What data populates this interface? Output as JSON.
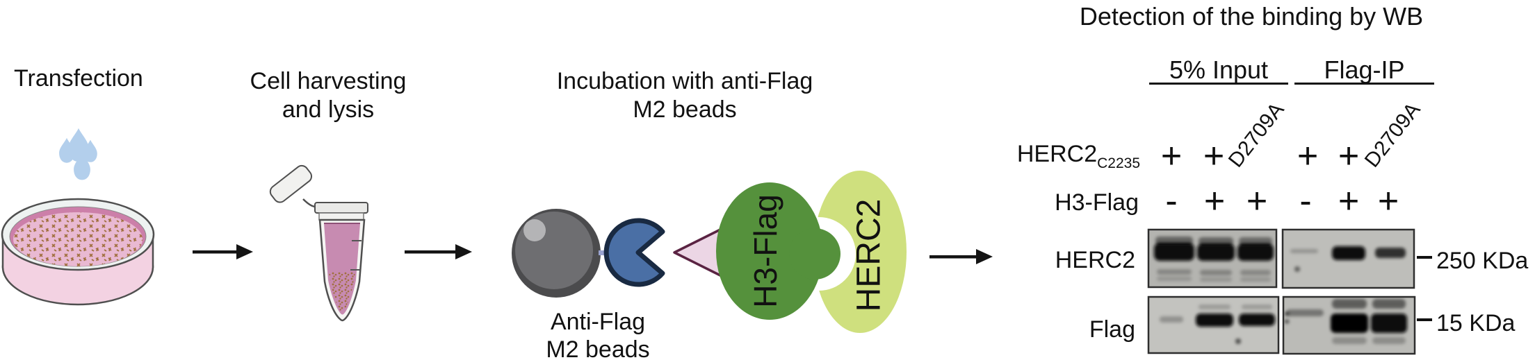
{
  "workflow": {
    "step1": {
      "label": "Transfection"
    },
    "step2": {
      "line1": "Cell harvesting",
      "line2": "and lysis"
    },
    "step3": {
      "line1": "Incubation with anti-Flag",
      "line2": "M2 beads",
      "beads_line1": "Anti-Flag",
      "beads_line2": "M2 beads",
      "bait_protein": "H3-Flag",
      "prey_protein": "HERC2"
    }
  },
  "wb": {
    "title": "Detection of the binding by WB",
    "group1": "5% Input",
    "group2": "Flag-IP",
    "row1": {
      "label": "HERC2",
      "subscript": "C2235",
      "values": [
        "+",
        "+",
        "D2709A",
        "+",
        "+",
        "D2709A"
      ]
    },
    "row2": {
      "label": "H3-Flag",
      "values": [
        "-",
        "+",
        "+",
        "-",
        "+",
        "+"
      ]
    },
    "blot1": {
      "label": "HERC2",
      "marker": "250 KDa",
      "input_bands": [
        "strong",
        "strong",
        "strong"
      ],
      "ip_bands": [
        "faint",
        "strong",
        "medium"
      ]
    },
    "blot2": {
      "label": "Flag",
      "marker": "15 KDa",
      "input_bands": [
        "faint",
        "strong",
        "strong"
      ],
      "ip_bands": [
        "faint",
        "very strong",
        "very strong"
      ]
    }
  },
  "icons": {
    "droplets": "transfection-droplets-icon",
    "petri_dish": "petri-dish-icon",
    "tube": "microcentrifuge-tube-icon",
    "bead": "bead-icon",
    "antibody": "antibody-icon",
    "flag_tag": "flag-tag-icon",
    "arrow": "arrow-right-icon"
  },
  "palette": {
    "droplet_blue": "#b3cfec",
    "dish_media_pink": "#e9b9d2",
    "dish_ring_pink": "#cc7fa9",
    "dish_base_pink": "#f3d2e2",
    "cells_brown": "#a06f3e",
    "tube_liquid_pink": "#c78bb1",
    "bead_gray": "#4b4b4d",
    "antibody_blue": "#4a6fa5",
    "flag_tag_pink": "#ecd6e5",
    "h3_green": "#55913c",
    "herc2_green": "#cfe07e",
    "arrow_black": "#141414"
  }
}
